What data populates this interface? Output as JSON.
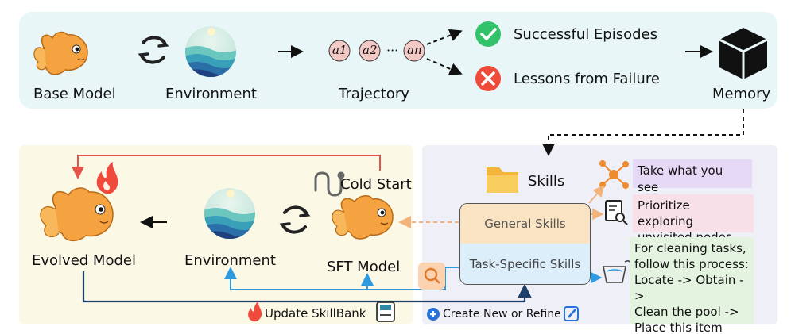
{
  "top": {
    "base_model": "Base Model",
    "environment": "Environment",
    "trajectory": "Trajectory",
    "successful": "Successful Episodes",
    "lessons": "Lessons from Failure",
    "memory": "Memory",
    "actions": [
      "a1",
      "a2",
      "an"
    ]
  },
  "bottom_left": {
    "evolved_model": "Evolved Model",
    "environment": "Environment",
    "sft_model": "SFT Model",
    "cold_start": "Cold Start",
    "update_skillbank": "Update SkillBank"
  },
  "bottom_right": {
    "skills": "Skills",
    "general_skills": "General Skills",
    "task_skills": "Task-Specific Skills",
    "take_what_you_see": "Take what you see",
    "prioritize": [
      "Prioritize exploring",
      "unvisited nodes"
    ],
    "cleaning": [
      "For cleaning tasks,",
      "follow this process:",
      "Locate -> Obtain ->",
      "Clean the pool ->",
      "Place this item"
    ],
    "create_refine": "Create New or Refine"
  },
  "colors": {
    "top_panel": "#e9f6f8",
    "bottom_left_panel": "#fbf8e6",
    "bottom_right_panel": "#efeff7",
    "red_arrow": "#e5534b",
    "blue_arrow": "#2e9be0",
    "navy_arrow": "#1f3f6b",
    "orange_arrow": "#f2b27a",
    "success_green": "#32c26a",
    "failure_red": "#f04a3a"
  }
}
